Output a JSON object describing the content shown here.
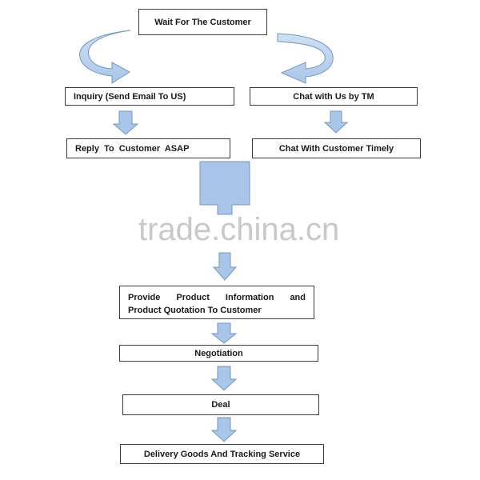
{
  "nodes": {
    "wait": "Wait For The Customer",
    "inquiry": "Inquiry (Send Email To US)",
    "chat": "Chat with Us by TM",
    "reply": "Reply  To  Customer  ASAP",
    "chat_timely": "Chat With Customer Timely",
    "provide_line1": "Provide Product Information and",
    "provide_line2": "Product Quotation To Customer",
    "negotiation": "Negotiation",
    "deal": "Deal",
    "delivery": "Delivery Goods And Tracking Service"
  },
  "watermark": "trade.china.cn",
  "colors": {
    "arrow_fill": "#a9c6e8",
    "arrow_stroke": "#6f98c9",
    "box_border": "#3a3a3a"
  }
}
